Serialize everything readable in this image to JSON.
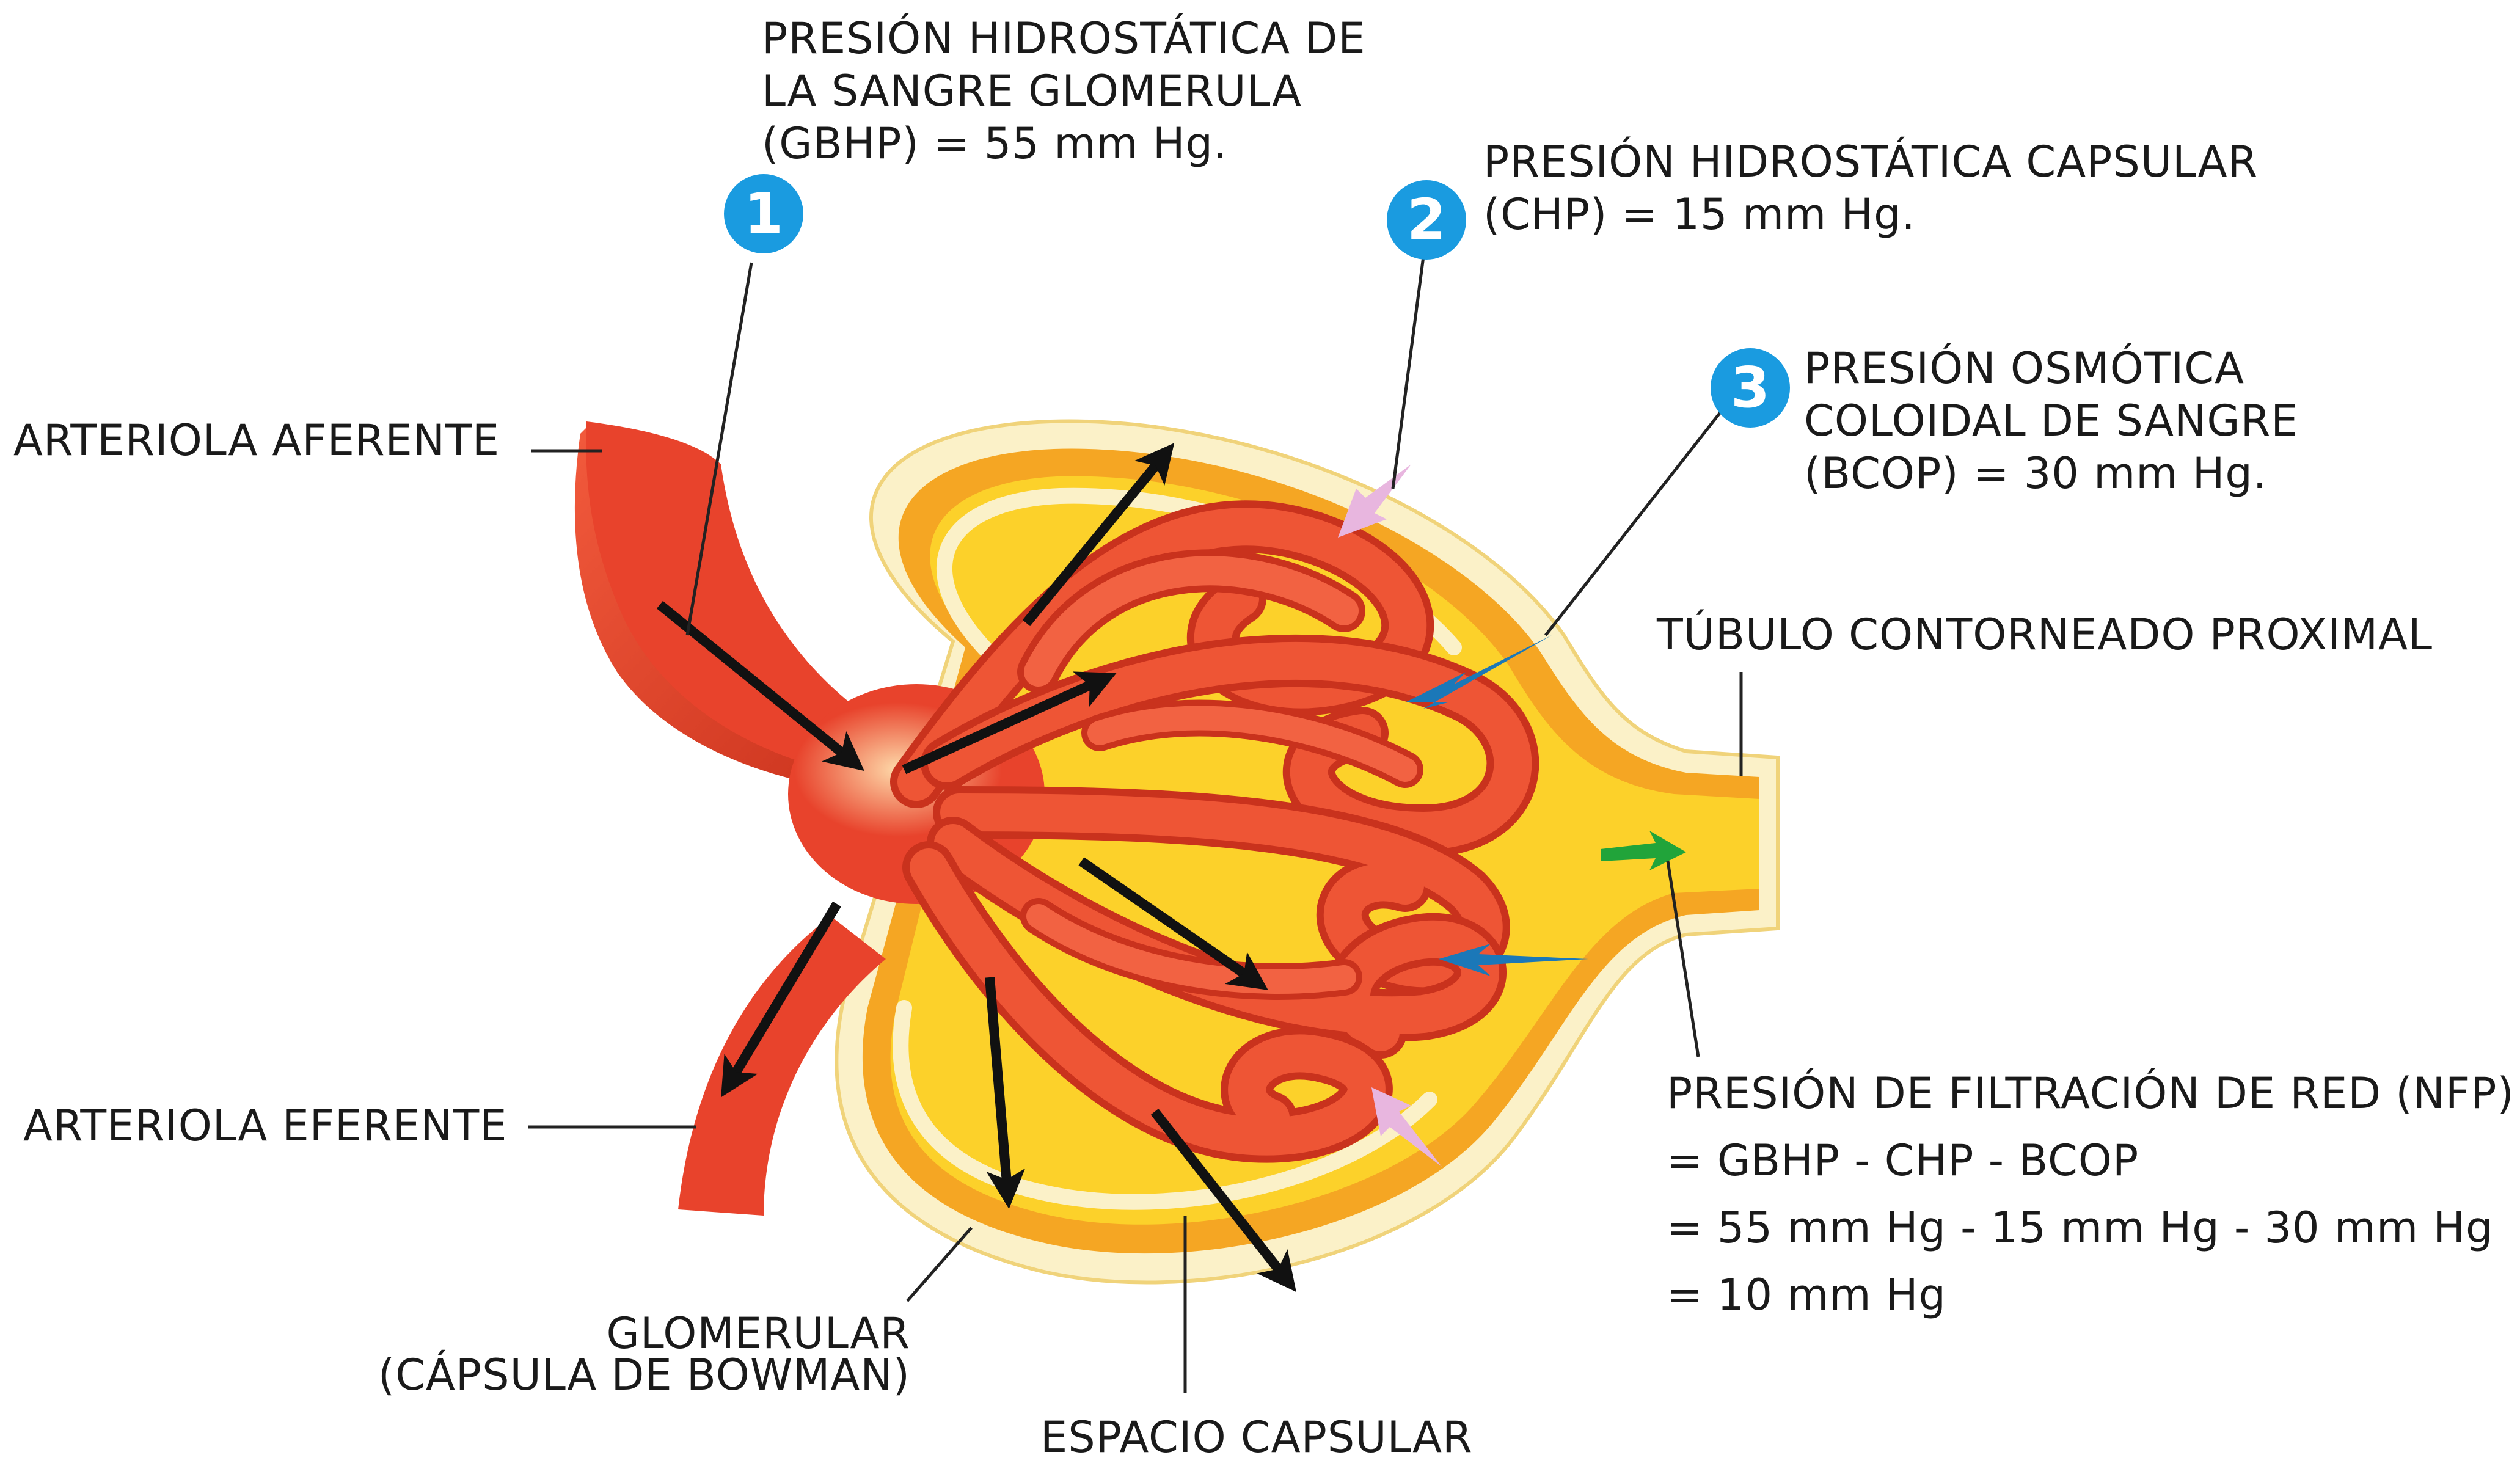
{
  "labels": {
    "gbhp": [
      "PRESIÓN HIDROSTÁTICA DE",
      "LA SANGRE GLOMERULA",
      "(GBHP) = 55 mm Hg."
    ],
    "chp": [
      "PRESIÓN HIDROSTÁTICA CAPSULAR",
      "(CHP) = 15 mm Hg."
    ],
    "bcop": [
      "PRESIÓN OSMÓTICA",
      "COLOIDAL DE SANGRE",
      "(BCOP) = 30 mm Hg."
    ],
    "afferent": "ARTERIOLA AFERENTE",
    "efferent": "ARTERIOLA EFERENTE",
    "tubule": "TÚBULO CONTORNEADO PROXIMAL",
    "capsule": [
      "GLOMERULAR",
      "(CÁPSULA DE BOWMAN)"
    ],
    "space": "ESPACIO CAPSULAR",
    "nfp": [
      "PRESIÓN DE FILTRACIÓN DE RED (NFP)",
      "= GBHP - CHP - BCOP",
      "= 55 mm Hg - 15 mm Hg - 30 mm Hg",
      "= 10 mm Hg"
    ]
  },
  "badges": [
    "1",
    "2",
    "3"
  ],
  "colors": {
    "vessel": "#e8432c",
    "vessel_dark": "#c02a17",
    "capsule_wall": "#f29a1a",
    "capsule_rim": "#fbf1c8",
    "capsular_space": "#fcd12a",
    "badge": "#1a9be0",
    "osmotic_arrow": "#1b78b8",
    "capsular_arrow": "#e8b6df",
    "net_arrow": "#21a43a",
    "leader": "#222222"
  }
}
